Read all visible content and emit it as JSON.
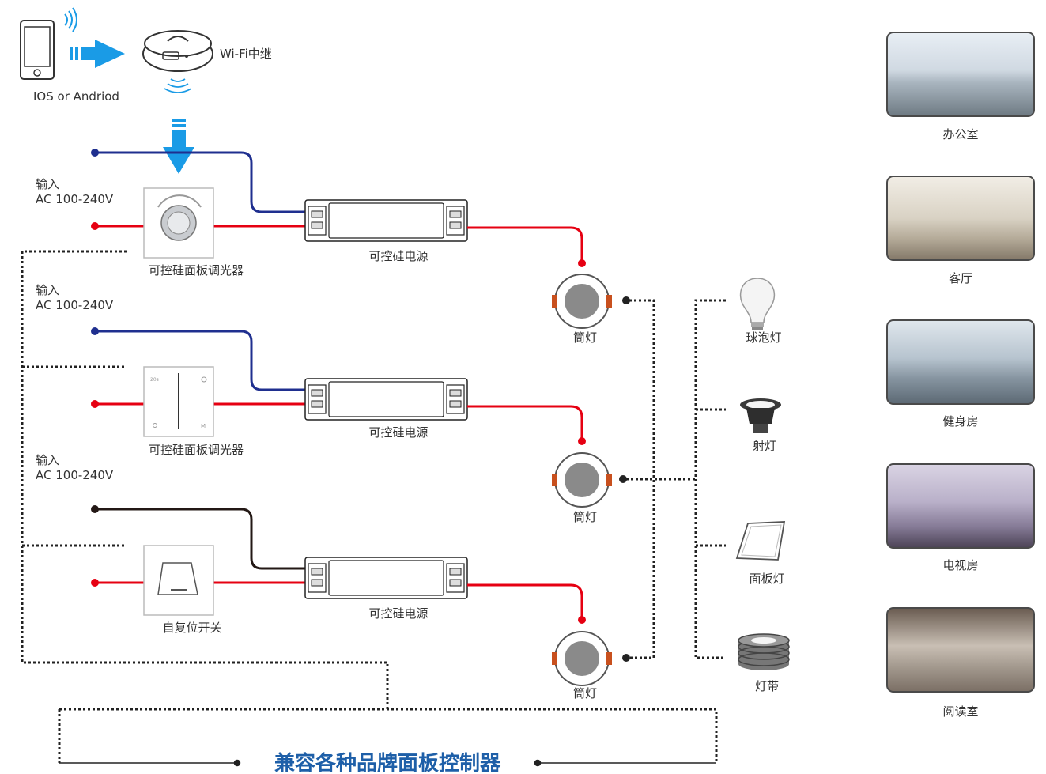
{
  "source": {
    "phone_label": "IOS or Andriod",
    "wifi_label": "Wi-Fi中继"
  },
  "inputs": [
    {
      "label": "输入",
      "voltage": "AC 100-240V"
    },
    {
      "label": "输入",
      "voltage": "AC 100-240V"
    },
    {
      "label": "输入",
      "voltage": "AC 100-240V"
    }
  ],
  "controllers": [
    {
      "label": "可控硅面板调光器"
    },
    {
      "label": "可控硅面板调光器",
      "marks": [
        "20s",
        "M"
      ]
    },
    {
      "label": "自复位开关"
    }
  ],
  "drivers": [
    {
      "label": "可控硅电源"
    },
    {
      "label": "可控硅电源"
    },
    {
      "label": "可控硅电源"
    }
  ],
  "downlights": [
    {
      "label": "筒灯"
    },
    {
      "label": "筒灯"
    },
    {
      "label": "筒灯"
    }
  ],
  "lamps": [
    {
      "label": "球泡灯",
      "icon": "bulb-icon"
    },
    {
      "label": "射灯",
      "icon": "spotlight-icon"
    },
    {
      "label": "面板灯",
      "icon": "panel-light-icon"
    },
    {
      "label": "灯带",
      "icon": "led-strip-icon"
    }
  ],
  "scenes": [
    {
      "label": "办公室"
    },
    {
      "label": "客厅"
    },
    {
      "label": "健身房"
    },
    {
      "label": "电视房"
    },
    {
      "label": "阅读室"
    }
  ],
  "banner": "兼容各种品牌面板控制器",
  "colors": {
    "neutral_wire": "#1f2f8f",
    "live_wire": "#e60012",
    "black_wire": "#231815",
    "arrow": "#1a9be6",
    "banner": "#1e5fa8"
  }
}
